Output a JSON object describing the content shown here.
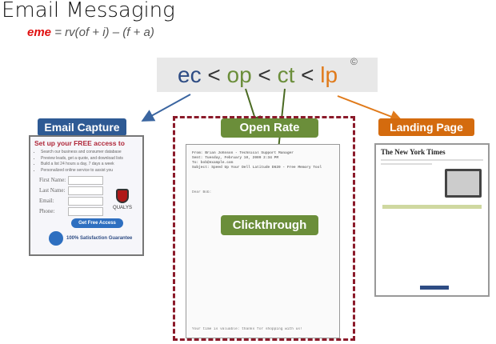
{
  "title": "Email Messaging",
  "formula": {
    "lhs": "eme",
    "rhs": " = rv(of + i) – (f + a)"
  },
  "chain": {
    "ec": "ec",
    "op": "op",
    "ct": "ct",
    "lp": "lp",
    "sep": " < ",
    "copyright": "©"
  },
  "labels": {
    "email_capture": "Email Capture",
    "open_rate": "Open Rate",
    "clickthrough": "Clickthrough",
    "landing_page": "Landing Page"
  },
  "form": {
    "heading": "Set up your FREE access to",
    "bullets": [
      "Search our business and consumer database",
      "Preview leads, get a quote, and download lists",
      "Build a list 24 hours a day, 7 days a week",
      "Personalized online service to assist you"
    ],
    "fields": [
      "First Name:",
      "Last Name:",
      "Email:",
      "Phone:"
    ],
    "button": "Get Free Access",
    "guarantee": "100% Satisfaction Guarantee",
    "badge": "QUALYS"
  },
  "email_doc": {
    "header": [
      "From: Brian Johnson - Technical Support Manager",
      "Sent: Tuesday, February 10, 2009 2:34 PM",
      "To: bob@example.com",
      "Subject: Speed Up Your Dell Latitude D620 - Free Memory Tool"
    ],
    "greeting": "Dear Bob:",
    "closing": "Your time is valuable: thanks for shopping with us!"
  },
  "landing": {
    "masthead": "The New York Times"
  },
  "colors": {
    "blue": "#2e5a94",
    "green": "#6b8e3a",
    "orange": "#d46b0e",
    "red": "#e01010",
    "dash": "#8b1a2a"
  }
}
